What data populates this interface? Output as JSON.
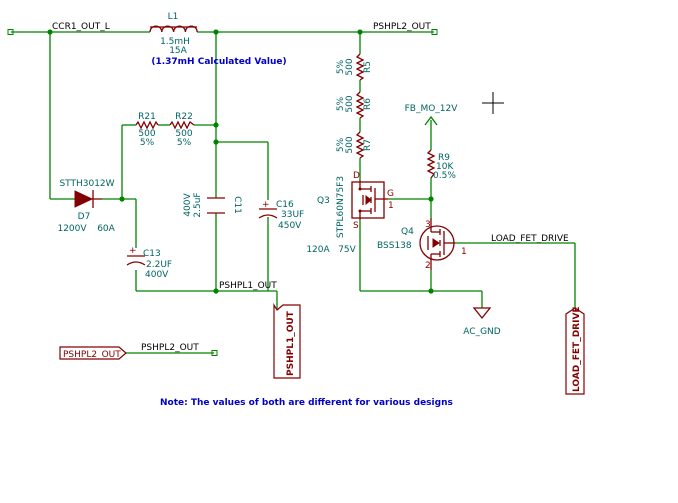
{
  "nets": {
    "ccr1_out_l": "CCR1_OUT_L",
    "pshpl2_out": "PSHPL2_OUT",
    "pshpl1_out": "PSHPL1_OUT",
    "fb_mo_12v": "FB_MO_12V",
    "load_fet_drive": "LOAD_FET_DRIVE",
    "ac_gnd": "AC_GND"
  },
  "labels": {
    "pshpl2_port": "PSHPL2_OUT",
    "pshpl2_port_net": "PSHPL2_OUT",
    "pshpl1_vertical": "PSHPL1_OUT",
    "load_fet_vertical": "LOAD_FET_DRIVE"
  },
  "components": {
    "l1": {
      "ref": "L1",
      "value": "1.5mH",
      "rating": "15A",
      "note": "(1.37mH Calculated Value)"
    },
    "d7": {
      "ref": "D7",
      "part": "STTH3012W",
      "rating_v": "1200V",
      "rating_a": "60A"
    },
    "r21": {
      "ref": "R21",
      "value": "500",
      "tol": "5%"
    },
    "r22": {
      "ref": "R22",
      "value": "500",
      "tol": "5%"
    },
    "c11": {
      "ref": "C11",
      "value": "2.5uF",
      "volt": "400V"
    },
    "c16": {
      "ref": "C16",
      "value": "33UF",
      "volt": "450V"
    },
    "c13": {
      "ref": "C13",
      "value": "2.2UF",
      "volt": "400V"
    },
    "r5": {
      "ref": "R5",
      "value": "500",
      "tol": "5%"
    },
    "r6": {
      "ref": "R6",
      "value": "500",
      "tol": "5%"
    },
    "r7": {
      "ref": "R7",
      "value": "500",
      "tol": "5%"
    },
    "r9": {
      "ref": "R9",
      "value": "10K",
      "tol": "0.5%"
    },
    "q3": {
      "ref": "Q3",
      "part": "STPL60N75F3",
      "rating_a": "120A",
      "rating_v": "75V",
      "pin_d": "D",
      "pin_g": "G",
      "pin_s": "S",
      "pin_num": "1"
    },
    "q4": {
      "ref": "Q4",
      "part": "BSS138",
      "pin1": "1",
      "pin2": "2",
      "pin3": "3"
    }
  },
  "note": "Note: The values of both are different for  various designs"
}
